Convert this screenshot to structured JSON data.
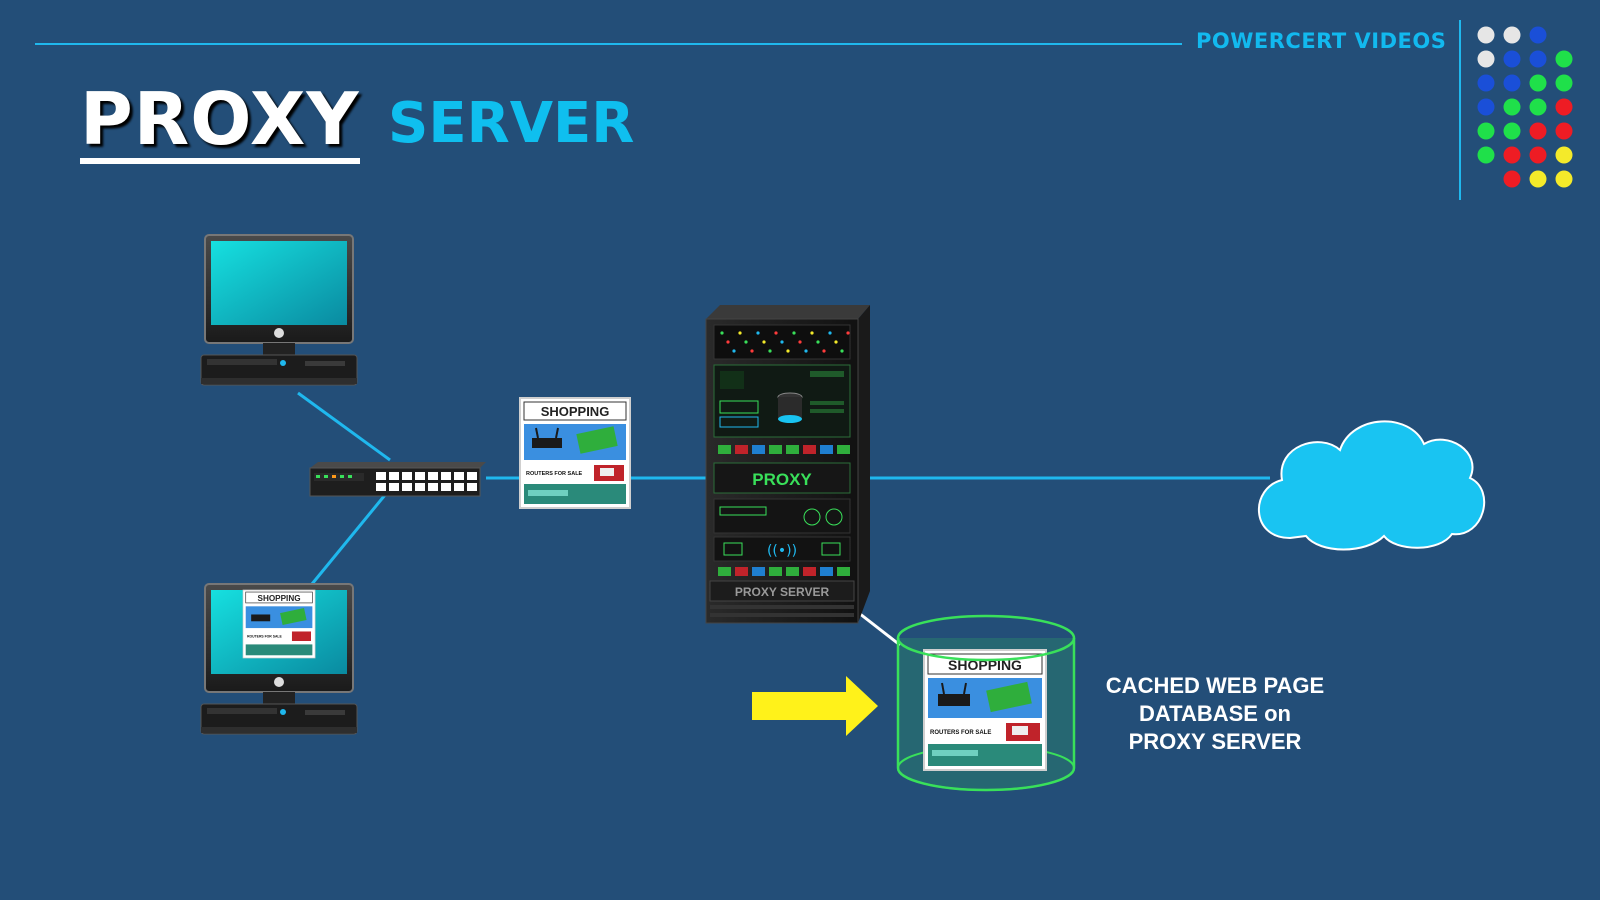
{
  "title": {
    "main": "PROXY",
    "sub": "SERVER"
  },
  "brand": "POWERCERT VIDEOS",
  "web_page": {
    "header": "SHOPPING",
    "banner": "ROUTERS FOR SALE"
  },
  "server": {
    "panel_label": "PROXY",
    "nameplate": "PROXY SERVER"
  },
  "cache_label": {
    "line1": "CACHED WEB PAGE",
    "line2": "DATABASE on",
    "line3": "PROXY SERVER"
  },
  "colors": {
    "background": "#234e78",
    "link_line": "#1fb8ee",
    "cloud": "#19c4f2",
    "arrow": "#fff21a",
    "database": "#39e05a"
  },
  "dot_grid": [
    [
      "white",
      "white",
      "blue",
      null
    ],
    [
      "white",
      "blue",
      "blue",
      "green"
    ],
    [
      "blue",
      "blue",
      "green",
      "green"
    ],
    [
      "blue",
      "green",
      "green",
      "red"
    ],
    [
      "green",
      "green",
      "red",
      "red"
    ],
    [
      "green",
      "red",
      "red",
      "yellow"
    ],
    [
      null,
      "red",
      "yellow",
      "yellow"
    ]
  ]
}
